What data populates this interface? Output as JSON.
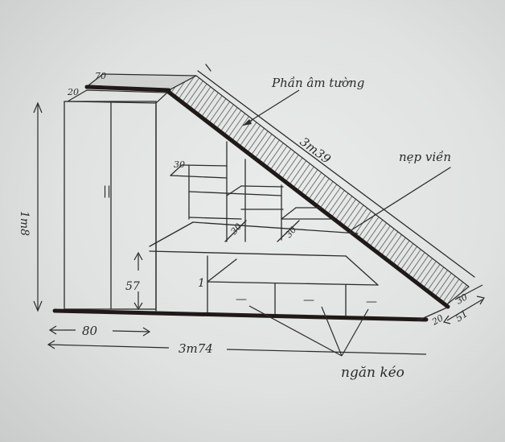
{
  "labels": {
    "wall_label": "Phần âm tường",
    "diagonal": "3m39",
    "trim_label": "nẹp viền",
    "height": "1m8",
    "top_depth_a": "20",
    "top_depth_b": "70",
    "door_mark": "||",
    "shelf_30_a": "30",
    "shelf_30_b": "30",
    "shelf_30_c": "30",
    "shelf_57": "57",
    "drawer_1": "1",
    "drawer_dash_1": "—",
    "drawer_dash_2": "—",
    "drawer_dash_3": "—",
    "bottom_80": "80",
    "bottom_total": "3m74",
    "right_30": "30",
    "right_20": "20",
    "right_51": "51",
    "drawer_label": "ngăn kéo"
  },
  "colors": {
    "ink": "#2b2b2b",
    "board": "#1f1a18",
    "paper": "#e4e7e6"
  }
}
